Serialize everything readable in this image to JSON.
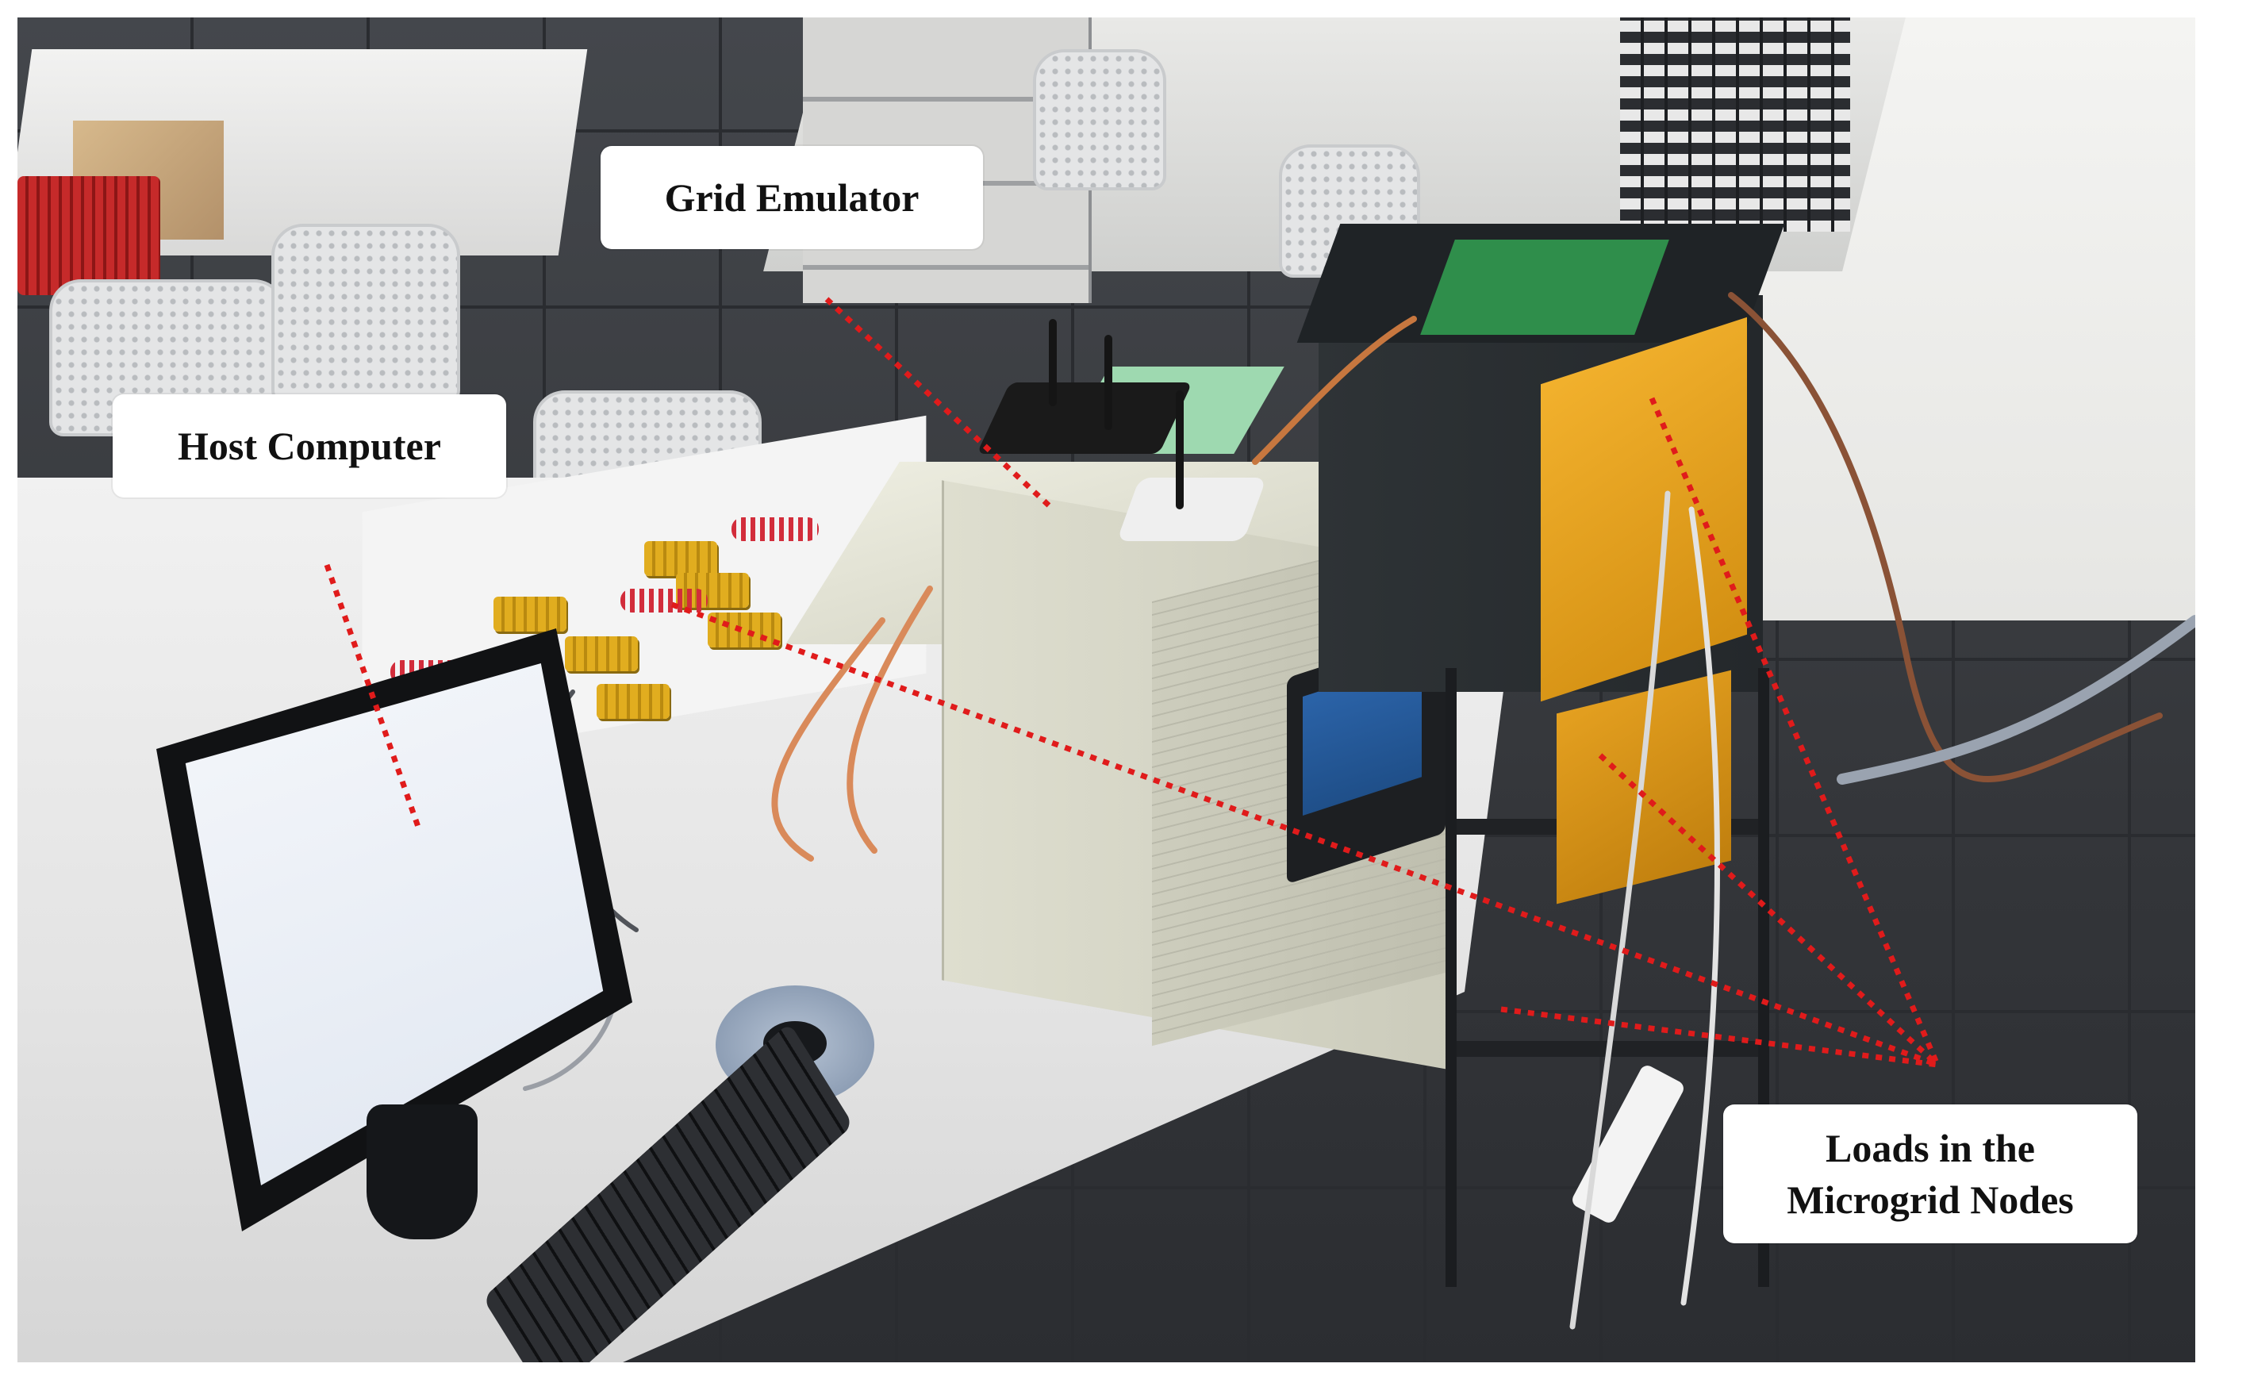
{
  "figure": {
    "labels": {
      "grid_emulator": "Grid Emulator",
      "host_computer": "Host Computer",
      "loads_line1": "Loads in the",
      "loads_line2": "Microgrid Nodes"
    },
    "colors": {
      "annotation_line": "#e01b1b",
      "label_background": "#ffffff",
      "label_text": "#111111"
    },
    "icons": [
      "router-icon",
      "monitor-icon",
      "keyboard-icon",
      "mouse-icon"
    ]
  }
}
